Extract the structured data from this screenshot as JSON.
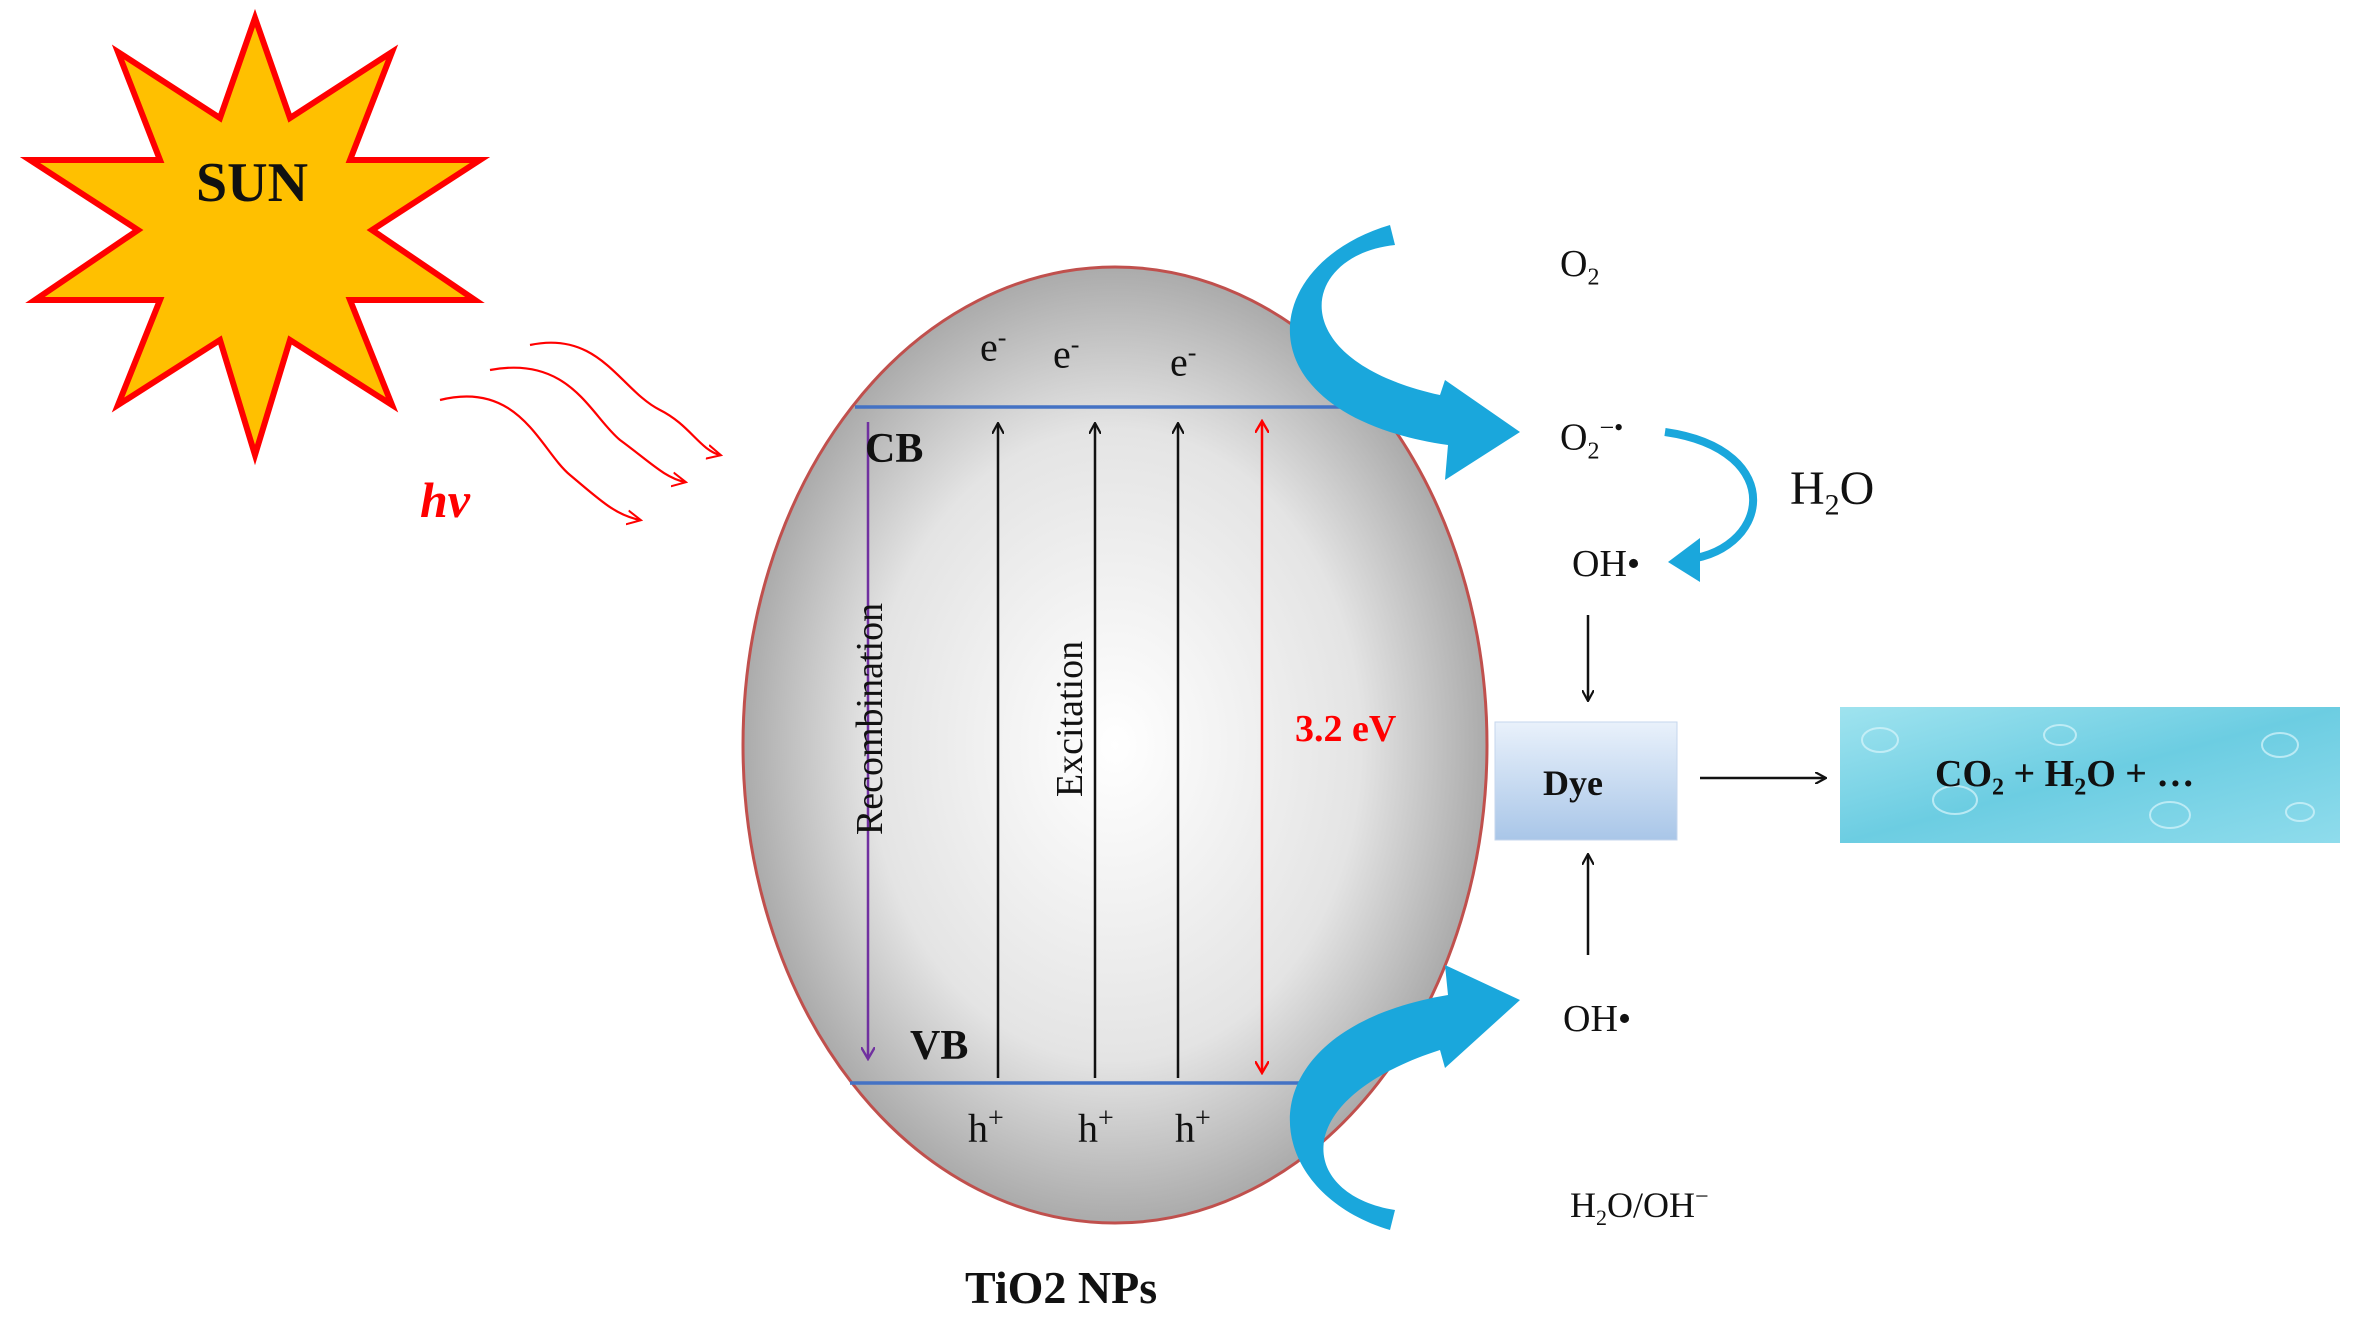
{
  "sun": {
    "label": "SUN",
    "fill": "#ffc000",
    "stroke": "#ff0000"
  },
  "light": {
    "label": "hv",
    "color": "#ff0000"
  },
  "particle": {
    "label": "TiO2 NPs",
    "conduction_band": "CB",
    "valence_band": "VB",
    "electron": "e",
    "electron_sup": "-",
    "hole": "h",
    "hole_sup": "+",
    "recombination": "Recombination",
    "excitation": "Excitation",
    "band_gap": "3.2 eV",
    "band_gap_color": "#ff0000",
    "recombination_color": "#7030a0",
    "band_line_color": "#4472c4",
    "outline_color": "#c0504d"
  },
  "species": {
    "o2": {
      "main": "O",
      "sub": "2"
    },
    "superoxide": {
      "main": "O",
      "sub": "2",
      "sup": "−•"
    },
    "water": {
      "main": "H",
      "sub": "2",
      "tail": "O"
    },
    "hydroxyl_top": "OH•",
    "hydroxyl_bottom": "OH•",
    "water_hydroxide": {
      "main": "H",
      "sub": "2",
      "tail": "O/OH",
      "sup": "−"
    }
  },
  "dye": {
    "label": "Dye"
  },
  "products": {
    "co2": "CO",
    "co2_sub": "2",
    "plus1": " + ",
    "h2o_h": "H",
    "h2o_sub": "2",
    "h2o_o": "O",
    "tail": " + …",
    "color": "#7fd6e8"
  },
  "arrow_color": "#1aa7dc"
}
